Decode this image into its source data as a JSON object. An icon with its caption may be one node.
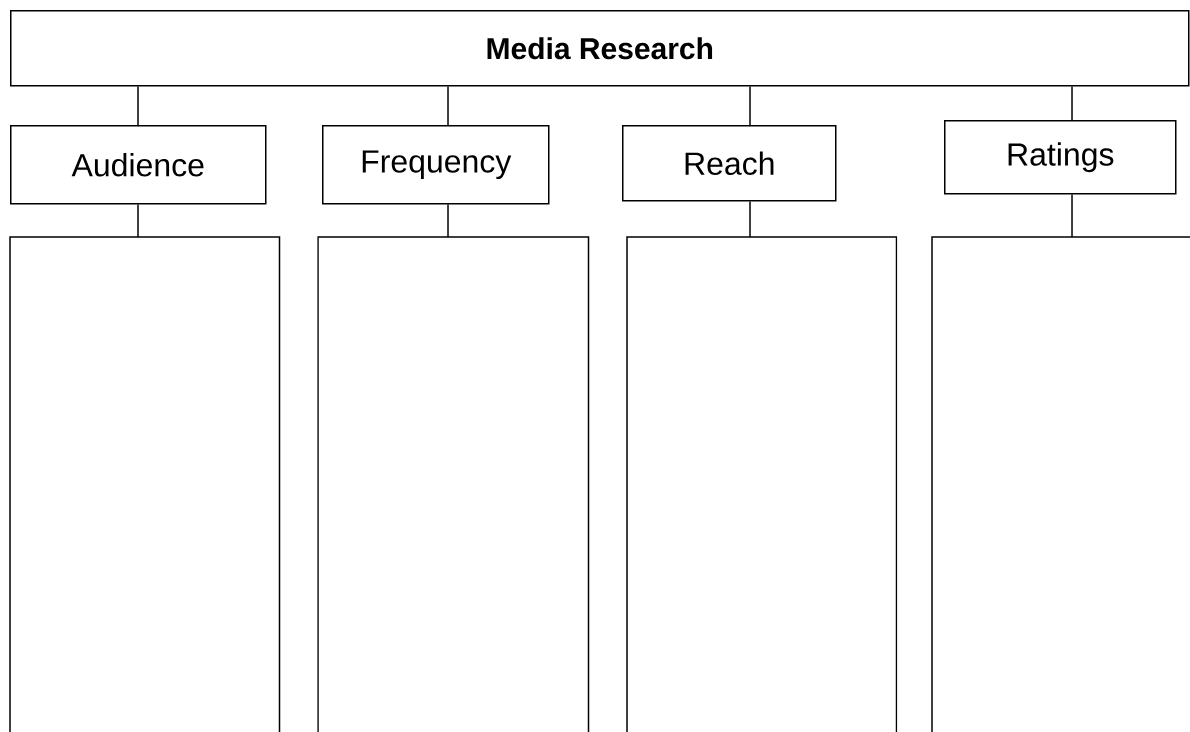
{
  "diagram": {
    "nodes": [
      {
        "text": [
          "Media Research"
        ]
      },
      {
        "text": [
          "Audience"
        ]
      },
      {
        "text": [
          "Frequency"
        ]
      },
      {
        "text": [
          "Reach"
        ]
      },
      {
        "text": [
          "Ratings"
        ]
      },
      {
        "text": [],
        "shape": "box"
      },
      {
        "text": [],
        "shape": "box"
      },
      {
        "text": [],
        "shape": "box"
      },
      {
        "text": [],
        "shape": "box"
      }
    ],
    "edges": [
      {
        "from": 0,
        "to": 1,
        "arrow": "none"
      },
      {
        "from": 0,
        "to": 2,
        "arrow": "none"
      },
      {
        "from": 0,
        "to": 3,
        "arrow": "none"
      },
      {
        "from": 0,
        "to": 4,
        "arrow": "none"
      },
      {
        "from": 1,
        "to": 5,
        "arrow": "none"
      },
      {
        "from": 2,
        "to": 6,
        "arrow": "none"
      },
      {
        "from": 3,
        "to": 7,
        "arrow": "none"
      },
      {
        "from": 4,
        "to": 8,
        "arrow": "none"
      }
    ]
  }
}
